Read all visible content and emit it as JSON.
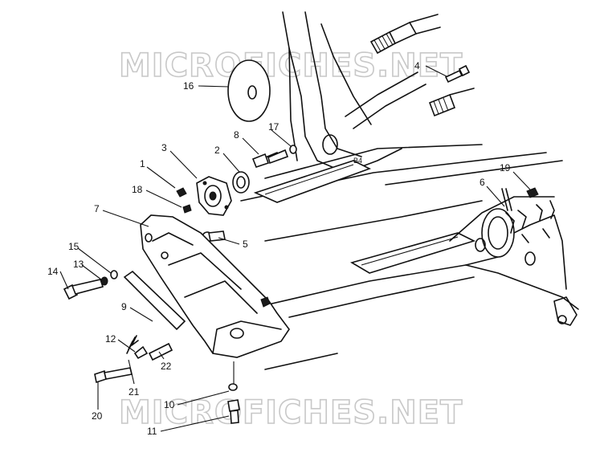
{
  "watermark": {
    "text": "MICROFICHES.NET"
  },
  "stamp": "B4",
  "callouts": [
    {
      "id": "c1",
      "label": "1"
    },
    {
      "id": "c2",
      "label": "2"
    },
    {
      "id": "c3",
      "label": "3"
    },
    {
      "id": "c4",
      "label": "4"
    },
    {
      "id": "c5",
      "label": "5"
    },
    {
      "id": "c6",
      "label": "6"
    },
    {
      "id": "c7",
      "label": "7"
    },
    {
      "id": "c8",
      "label": "8"
    },
    {
      "id": "c9",
      "label": "9"
    },
    {
      "id": "c10",
      "label": "10"
    },
    {
      "id": "c11",
      "label": "11"
    },
    {
      "id": "c12",
      "label": "12"
    },
    {
      "id": "c13",
      "label": "13"
    },
    {
      "id": "c14",
      "label": "14"
    },
    {
      "id": "c15",
      "label": "15"
    },
    {
      "id": "c16",
      "label": "16"
    },
    {
      "id": "c17",
      "label": "17"
    },
    {
      "id": "c18",
      "label": "18"
    },
    {
      "id": "c19",
      "label": "19"
    },
    {
      "id": "c20",
      "label": "20"
    },
    {
      "id": "c21",
      "label": "21"
    },
    {
      "id": "c22",
      "label": "22"
    }
  ]
}
